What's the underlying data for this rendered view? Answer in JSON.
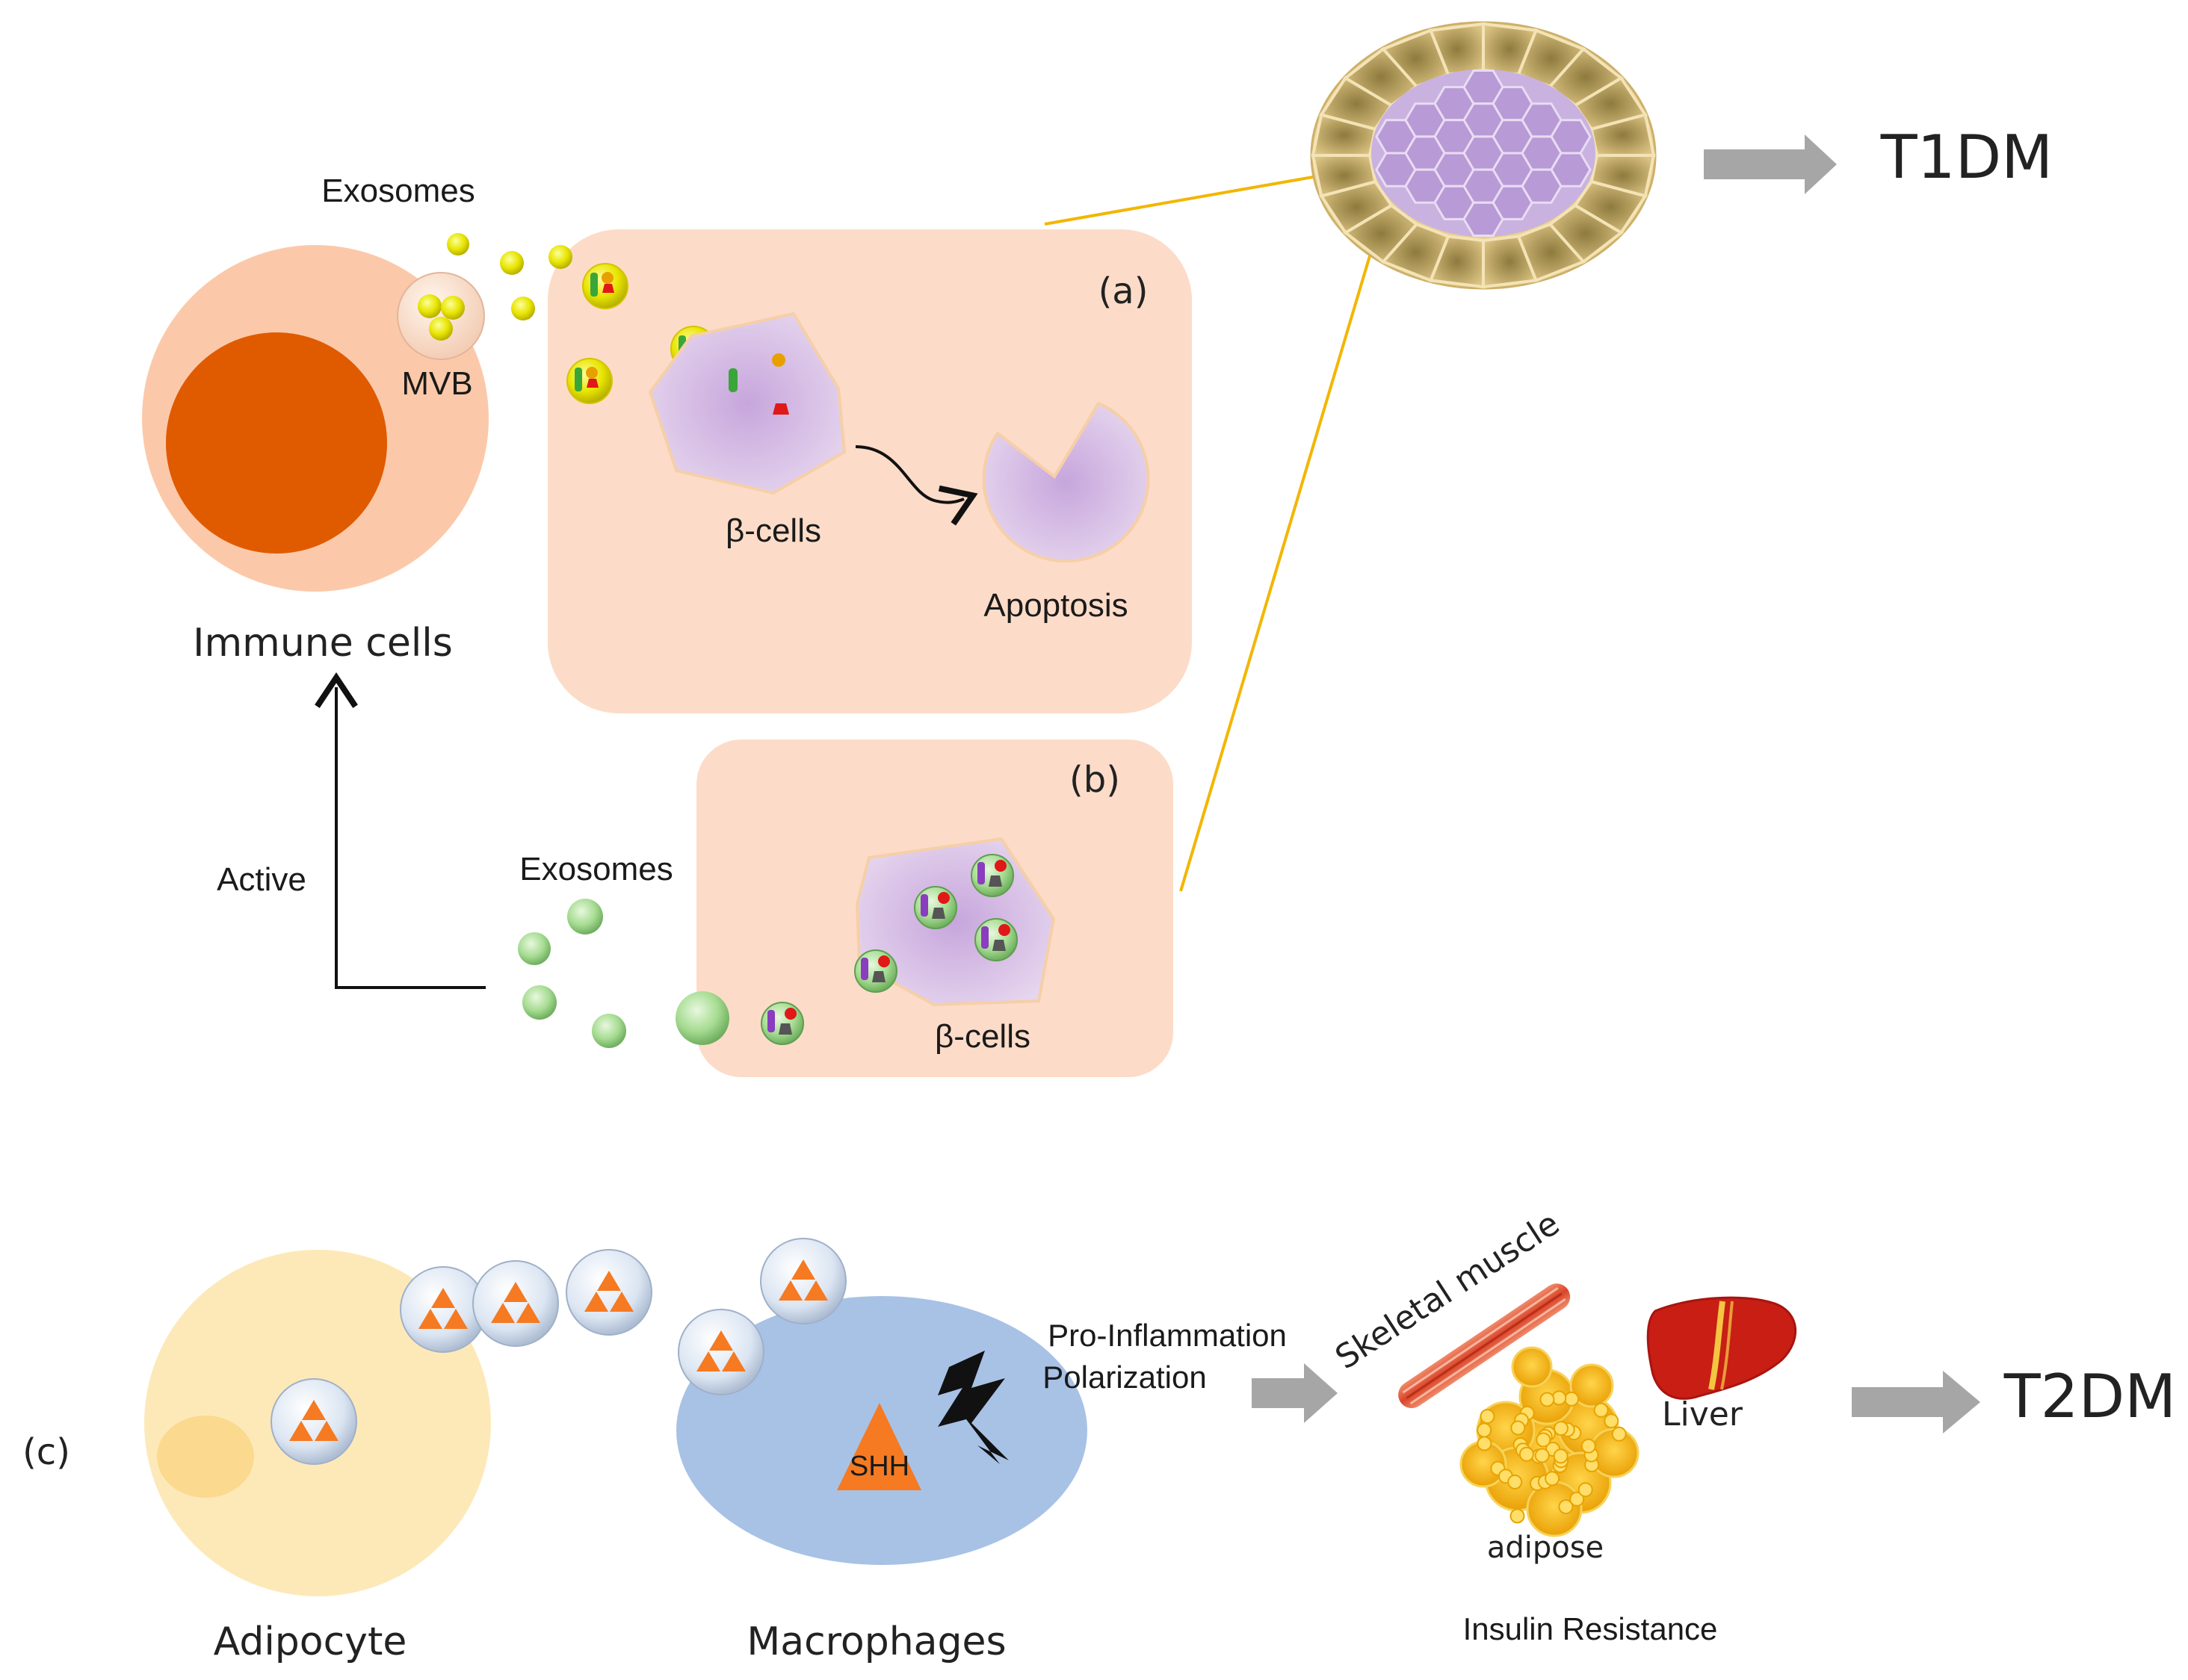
{
  "labels": {
    "exosomes_top": "Exosomes",
    "mvb": "MVB",
    "panel_a": "(a)",
    "beta_cells_a": "β-cells",
    "apoptosis": "Apoptosis",
    "immune_cells": "Immune cells",
    "panel_b": "(b)",
    "active": "Active",
    "exosomes_b": "Exosomes",
    "beta_cells_b": "β-cells",
    "t1dm": "T1DM",
    "panel_c": "(c)",
    "shh": "SHH",
    "pro_inflammation": "Pro-Inflammation",
    "polarization": "Polarization",
    "skeletal_muscle": "Skeletal muscle",
    "liver": "Liver",
    "adipose": "adipose",
    "t2dm": "T2DM",
    "adipocyte": "Adipocyte",
    "macrophages": "Macrophages",
    "insulin_resistance": "Insulin Resistance"
  },
  "colors": {
    "panel_bg": "#fcdcc8",
    "immune_cell": "#fbc9a9",
    "nucleus": "#e05a00",
    "exosome_yellow": "#e9e600",
    "exosome_green": "#a8dd96",
    "beta_cell": "#d9c0e4",
    "connector_line": "#f2b600",
    "arrow_gray": "#a6a6a6",
    "adipocyte": "#fde9b8",
    "macrophage": "#a8c2e6",
    "shh_triangle": "#f57a22",
    "liver": "#c81e14",
    "muscle": "#e0603e",
    "adipose": "#f5b400"
  },
  "icons": {
    "immune_cell": "immune-cell-icon",
    "islet": "pancreatic-islet-icon",
    "lightning": "lightning-icon",
    "liver": "liver-icon",
    "muscle": "skeletal-muscle-icon",
    "adipose": "adipose-tissue-icon"
  }
}
